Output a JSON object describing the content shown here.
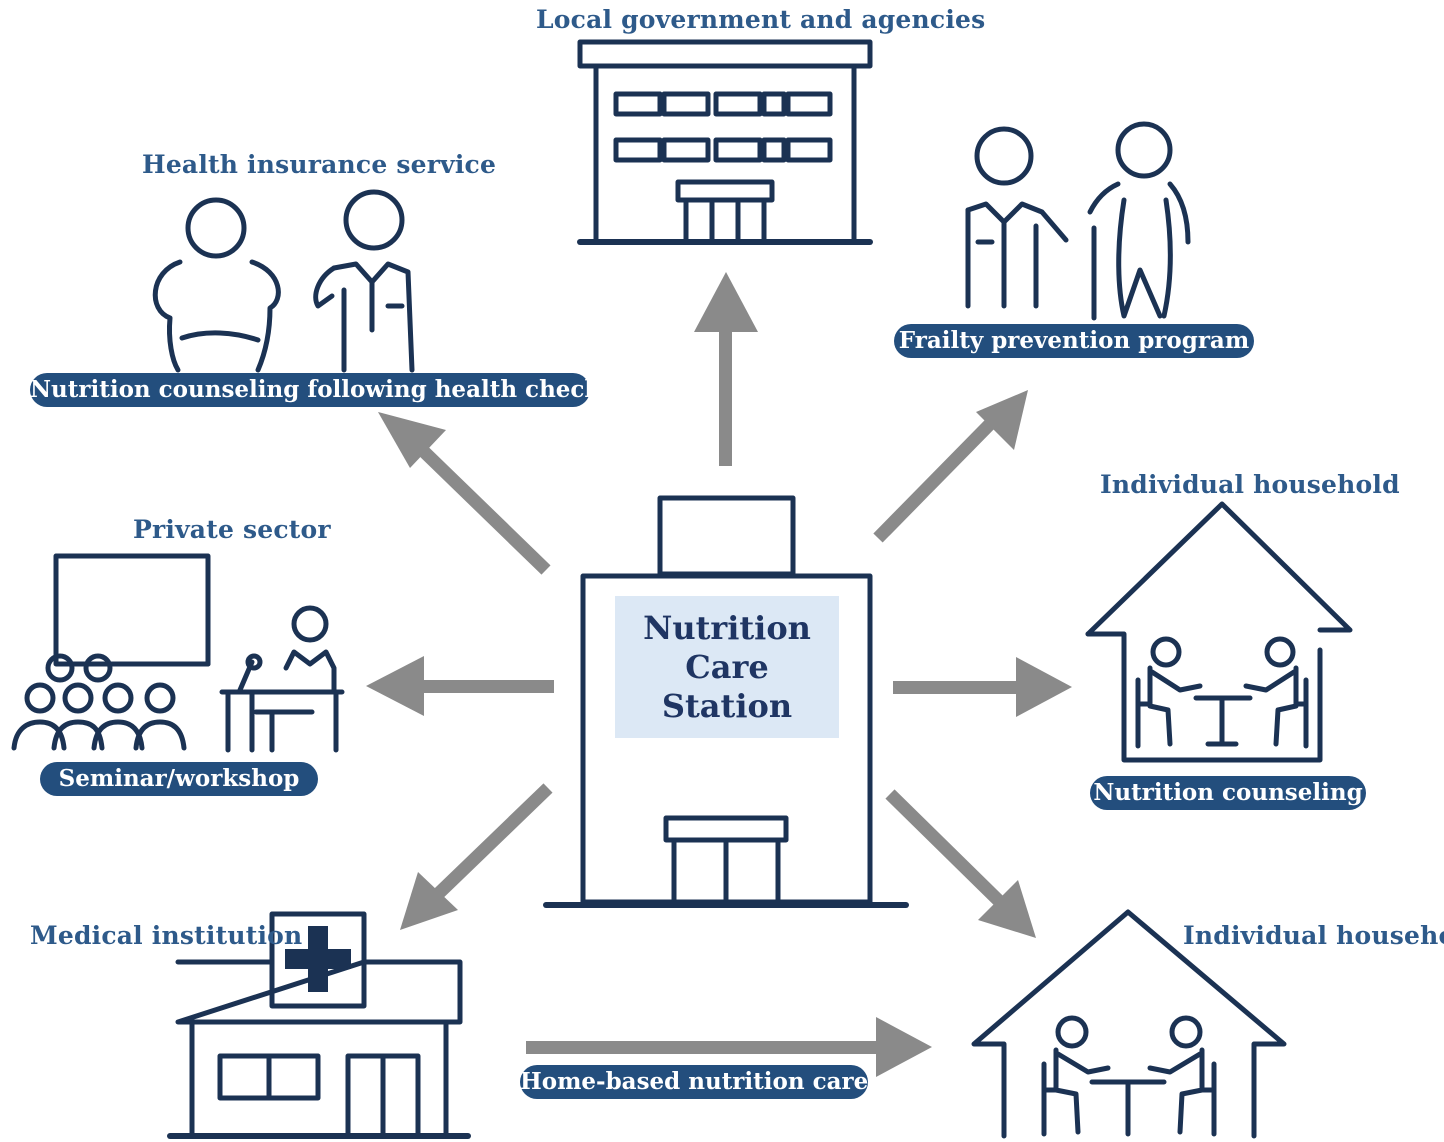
{
  "colors": {
    "icon_stroke": "#1b3253",
    "arrow": "#8a8a8a",
    "label_text": "#2e5a8a",
    "pill_bg": "#234e7d",
    "station_panel": "#dce8f5"
  },
  "center": {
    "name_lines": [
      "Nutrition",
      "Care",
      "Station"
    ],
    "icon": "building-icon"
  },
  "nodes": {
    "local_government": {
      "title": "Local government and agencies",
      "icon": "office-building-icon"
    },
    "health_insurance": {
      "title": "Health insurance service",
      "pill": "Nutrition counseling following health checkup",
      "icon": "patient-and-nurse-icon"
    },
    "frailty": {
      "pill": "Frailty prevention program",
      "icon": "caregiver-and-elder-icon"
    },
    "private_sector": {
      "title": "Private sector",
      "pill": "Seminar/workshop",
      "icon": "seminar-audience-icon"
    },
    "household_right": {
      "title": "Individual household",
      "pill": "Nutrition counseling",
      "icon": "house-with-counseling-icon"
    },
    "medical": {
      "title": "Medical institution",
      "icon": "clinic-with-cross-icon"
    },
    "household_bottom": {
      "title": "Individual household",
      "icon": "house-with-counseling-icon"
    },
    "home_care": {
      "pill": "Home-based nutrition care"
    }
  }
}
